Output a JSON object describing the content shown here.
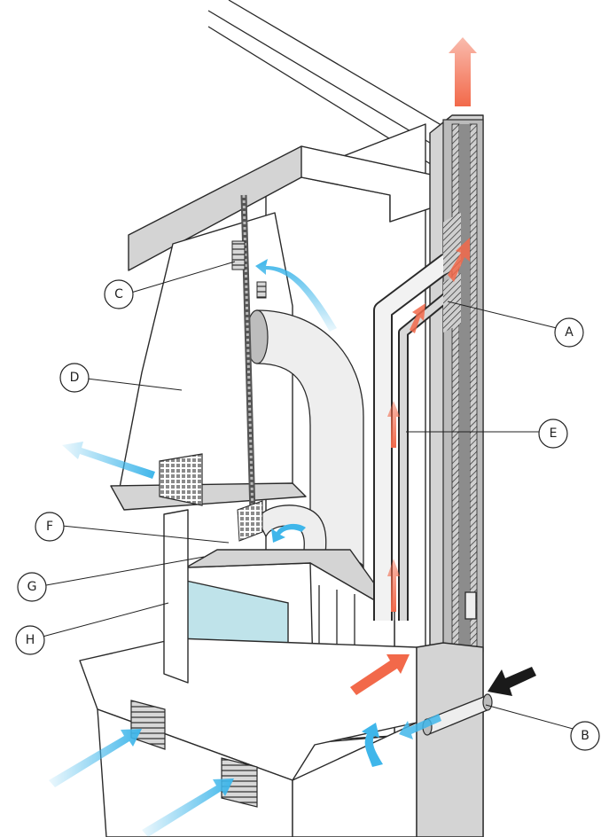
{
  "labels": [
    {
      "id": "A",
      "text": "A"
    },
    {
      "id": "B",
      "text": "B"
    },
    {
      "id": "C",
      "text": "C"
    },
    {
      "id": "D",
      "text": "D"
    },
    {
      "id": "E",
      "text": "E"
    },
    {
      "id": "F",
      "text": "F"
    },
    {
      "id": "G",
      "text": "G"
    },
    {
      "id": "H",
      "text": "H"
    }
  ],
  "colors": {
    "hot_air": "#f2694a",
    "cool_air": "#3fb6ea",
    "outside_air": "#1a1a1a",
    "glass": "#bfe3ea",
    "masonry": "#d4d4d4",
    "outline": "#2a2a2a"
  }
}
